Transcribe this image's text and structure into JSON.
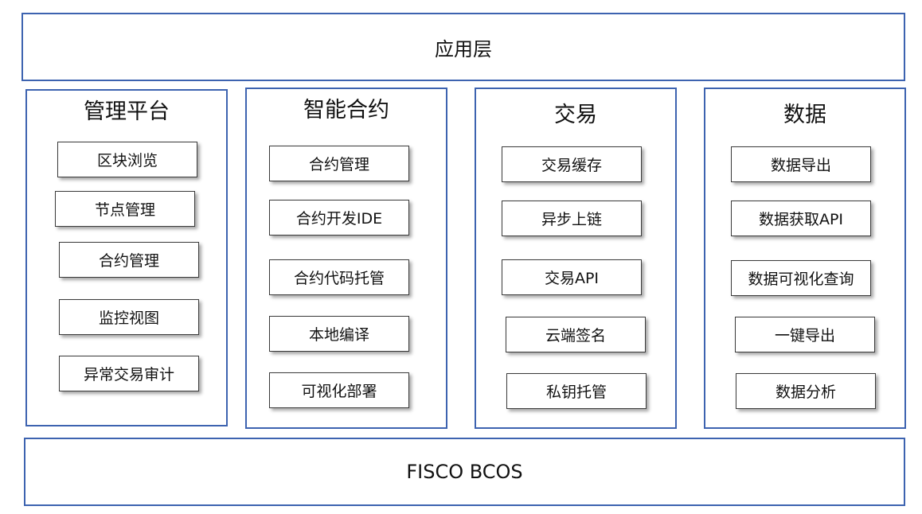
{
  "top_layer": "应用层",
  "bottom_layer": "FISCO BCOS",
  "columns": [
    {
      "title": "管理平台",
      "items": [
        "区块浏览",
        "节点管理",
        "合约管理",
        "监控视图",
        "异常交易审计"
      ]
    },
    {
      "title": "智能合约",
      "items": [
        "合约管理",
        "合约开发IDE",
        "合约代码托管",
        "本地编译",
        "可视化部署"
      ]
    },
    {
      "title": "交易",
      "items": [
        "交易缓存",
        "异步上链",
        "交易API",
        "云端签名",
        "私钥托管"
      ]
    },
    {
      "title": "数据",
      "items": [
        "数据导出",
        "数据获取API",
        "数据可视化查询",
        "一键导出",
        "数据分析"
      ]
    }
  ],
  "colors": {
    "frame_border": "#3d63b0",
    "item_border": "#3a3a3a",
    "background": "#ffffff"
  }
}
